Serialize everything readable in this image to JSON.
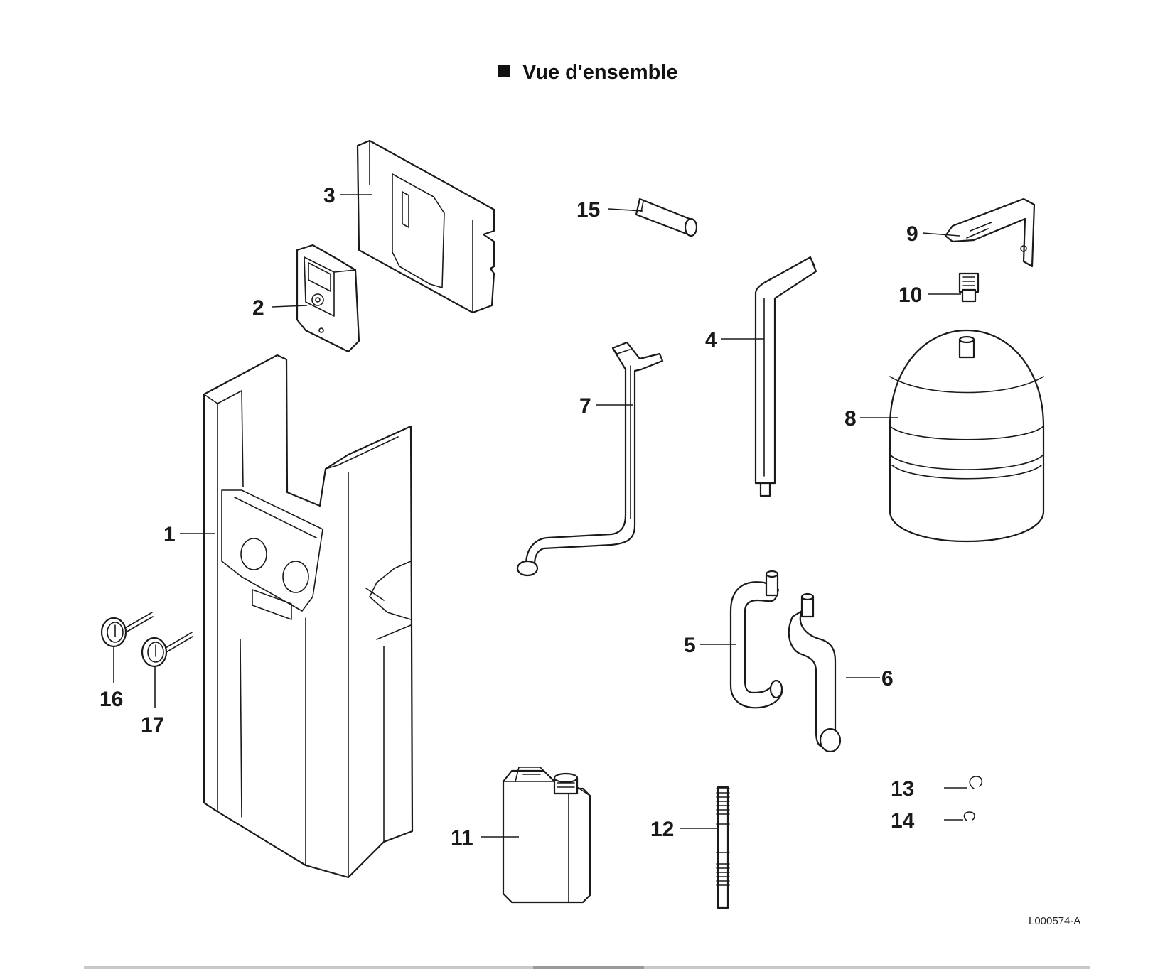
{
  "title": "Vue d'ensemble",
  "reference": "L000574-A",
  "labels": [
    "1",
    "2",
    "3",
    "4",
    "5",
    "6",
    "7",
    "8",
    "9",
    "10",
    "11",
    "12",
    "13",
    "14",
    "15",
    "16",
    "17"
  ]
}
